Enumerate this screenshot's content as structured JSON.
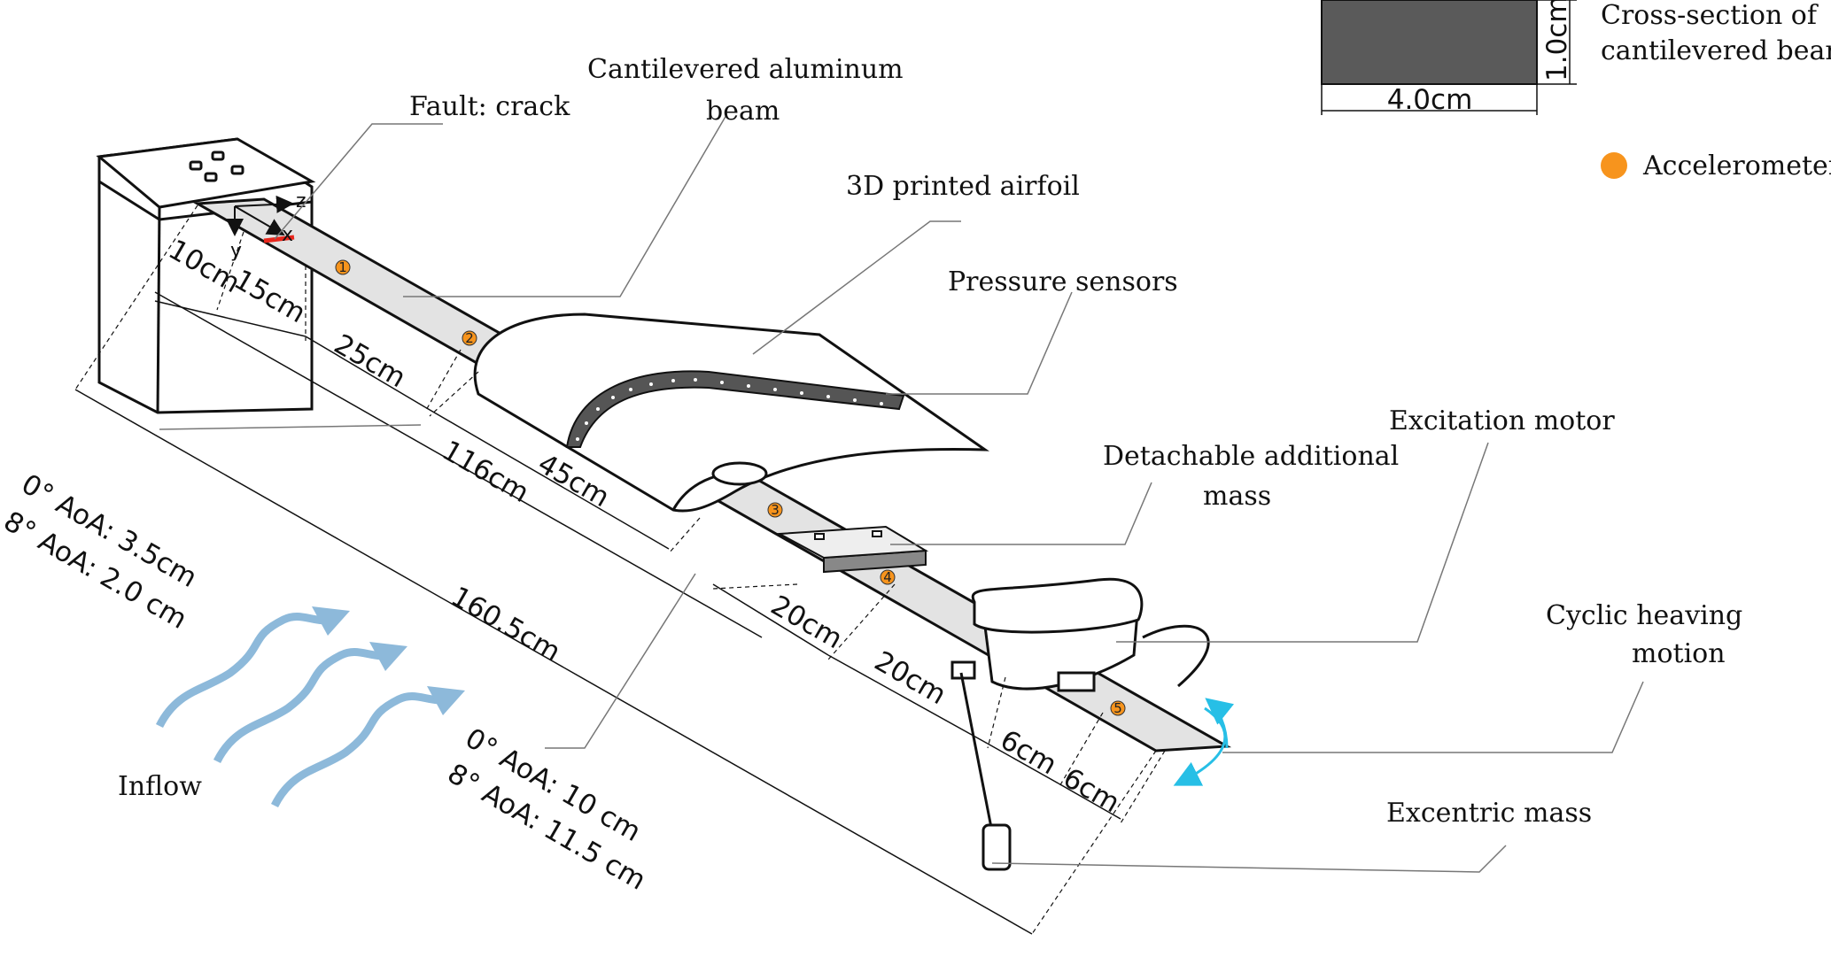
{
  "labels": {
    "fault": "Fault: crack",
    "beam_line1": "Cantilevered aluminum",
    "beam_line2": "beam",
    "airfoil": "3D printed airfoil",
    "pressure": "Pressure sensors",
    "excitation": "Excitation motor",
    "detachable_line1": "Detachable additional",
    "detachable_line2": "mass",
    "cyclic_line1": "Cyclic heaving",
    "cyclic_line2": "motion",
    "excentric": "Excentric mass",
    "inflow": "Inflow",
    "cross_line1": "Cross-section of",
    "cross_line2": "cantilevered beam",
    "cross_width": "4.0cm",
    "cross_height": "1.0cm",
    "legend_accelerometers": "Accelerometers"
  },
  "axes": {
    "x": "x",
    "y": "y",
    "z": "z"
  },
  "dimensions": {
    "d10": "10cm",
    "d15": "15cm",
    "d25": "25cm",
    "d45": "45cm",
    "d116": "116cm",
    "d160": "160.5cm",
    "d20a": "20cm",
    "d20b": "20cm",
    "d6a": "6cm",
    "d6b": "6cm",
    "aoa_left_1": "0° AoA: 3.5cm",
    "aoa_left_2": "8° AoA: 2.0 cm",
    "aoa_mid_1": "0° AoA: 10 cm",
    "aoa_mid_2": "8° AoA: 11.5 cm"
  },
  "accelerometers": [
    "1",
    "2",
    "3",
    "4",
    "5"
  ],
  "colors": {
    "accelerometer": "#f7941d",
    "beam": "#e3e3e3",
    "cross_section": "#5a5a5a",
    "crack": "#e8261c",
    "inflow": "#8db9da",
    "motion": "#27bfe6",
    "sensor_strip": "#555555"
  }
}
